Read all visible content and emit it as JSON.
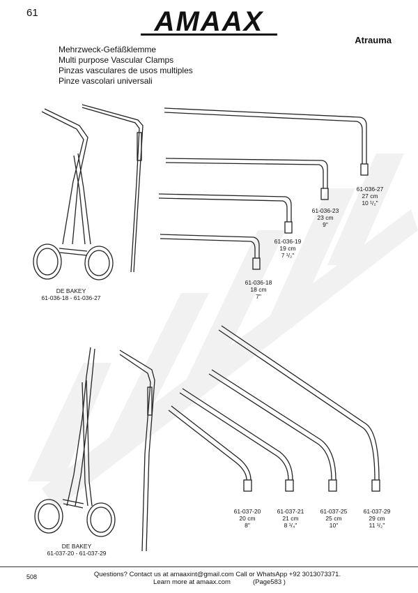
{
  "page": {
    "number": "61",
    "brand": "AMAAX",
    "category": "Atrauma"
  },
  "titles": [
    "Mehrzweck-Gefäßklemme",
    "Multi purpose Vascular Clamps",
    "Pinzas vasculares de usos multiples",
    "Pinze vascolari universali"
  ],
  "group1": {
    "name": "DE BAKEY",
    "range": "61-036-18 - 61-036-27",
    "items": [
      {
        "code": "61-036-27",
        "length": "27 cm",
        "inch": "10 ¹/₂\""
      },
      {
        "code": "61-036-23",
        "length": "23 cm",
        "inch": "9\""
      },
      {
        "code": "61-036-19",
        "length": "19 cm",
        "inch": "7 ¹/₂\""
      },
      {
        "code": "61-036-18",
        "length": "18 cm",
        "inch": "7\""
      }
    ]
  },
  "group2": {
    "name": "DE BAKEY",
    "range": "61-037-20 - 61-037-29",
    "items": [
      {
        "code": "61-037-20",
        "length": "20 cm",
        "inch": "8\""
      },
      {
        "code": "61-037-21",
        "length": "21 cm",
        "inch": "8 ¹/₄\""
      },
      {
        "code": "61-037-25",
        "length": "25 cm",
        "inch": "10\""
      },
      {
        "code": "61-037-29",
        "length": "29 cm",
        "inch": "11 ¹/₂\""
      }
    ]
  },
  "footer": {
    "page_code": "508",
    "contact": "Questions? Contact us at amaaxint@gmail.com Call or WhatsApp +92 3013073371.",
    "learn": "Learn more at amaax.com",
    "page_ref": "(Page583 )"
  }
}
